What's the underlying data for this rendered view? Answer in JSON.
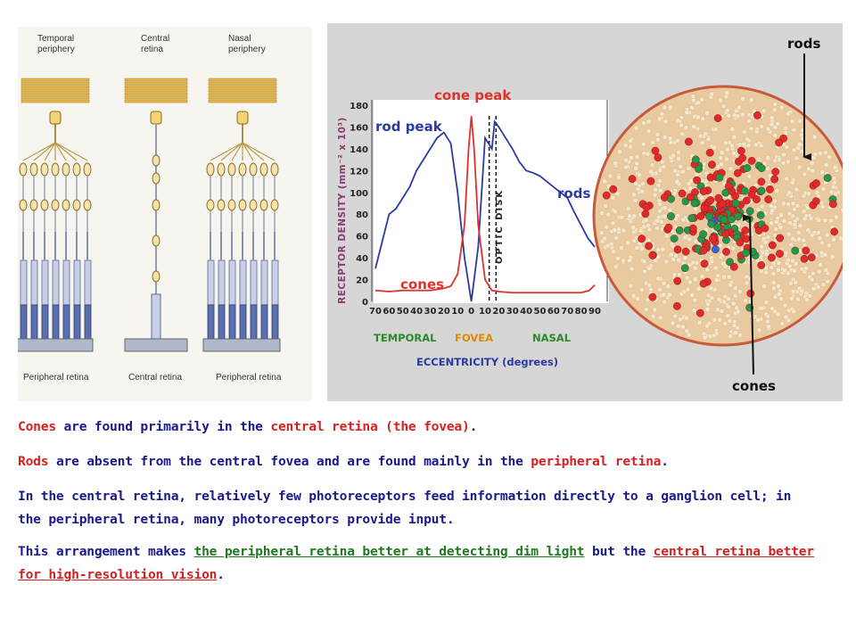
{
  "retina_diagram": {
    "col_labels": [
      "Temporal\nperiphery",
      "Central\nretina",
      "Nasal\nperiphery"
    ],
    "foot_labels": [
      "Peripheral retina",
      "Central retina",
      "Peripheral retina"
    ]
  },
  "chart": {
    "ylabel": "RECEPTOR DENSITY (mm⁻² x 10³)",
    "xlabel": "ECCENTRICITY (degrees)",
    "region_temporal": "TEMPORAL",
    "region_fovea": "FOVEA",
    "region_nasal": "NASAL",
    "optic_disk": "OPTIC DISK",
    "ann_cone_peak": "cone peak",
    "ann_rod_peak": "rod peak",
    "ann_rods": "rods",
    "ann_cones": "cones",
    "colors": {
      "rods": "#2b3aa0",
      "cones": "#e0302a",
      "fovea": "#e08a00",
      "regions": "#2a8a2a"
    }
  },
  "chart_data": {
    "type": "line",
    "x_tick_labels": [
      "70",
      "60",
      "50",
      "40",
      "30",
      "20",
      "10",
      "0",
      "10",
      "20",
      "30",
      "40",
      "50",
      "60",
      "70",
      "80",
      "90"
    ],
    "y_ticks": [
      0,
      20,
      40,
      60,
      80,
      100,
      120,
      140,
      160,
      180
    ],
    "ylim": [
      0,
      180
    ],
    "series": [
      {
        "name": "rods",
        "x": [
          -70,
          -65,
          -60,
          -55,
          -50,
          -45,
          -40,
          -35,
          -30,
          -25,
          -20,
          -15,
          -10,
          -5,
          0,
          5,
          10,
          15,
          17,
          20,
          25,
          30,
          35,
          40,
          45,
          50,
          55,
          60,
          65,
          70,
          75,
          80,
          85,
          90
        ],
        "values": [
          30,
          55,
          80,
          85,
          95,
          105,
          120,
          130,
          140,
          150,
          155,
          145,
          100,
          40,
          0,
          50,
          150,
          140,
          165,
          160,
          150,
          140,
          128,
          120,
          118,
          115,
          110,
          105,
          100,
          95,
          82,
          70,
          58,
          50
        ]
      },
      {
        "name": "cones",
        "x": [
          -70,
          -60,
          -50,
          -40,
          -30,
          -20,
          -15,
          -10,
          -5,
          -2,
          0,
          2,
          5,
          10,
          15,
          20,
          30,
          40,
          50,
          60,
          70,
          80,
          86,
          90
        ],
        "values": [
          10,
          9,
          10,
          10,
          10,
          12,
          14,
          25,
          70,
          140,
          170,
          140,
          70,
          20,
          10,
          9,
          8,
          8,
          8,
          8,
          8,
          8,
          10,
          15
        ]
      }
    ],
    "optic_disk_range": [
      13,
      18
    ]
  },
  "mosaic": {
    "label_rods": "rods",
    "label_cones": "cones"
  },
  "text": {
    "p1_a": "Cones",
    "p1_b": " are found primarily in the ",
    "p1_c": "central retina (the fovea)",
    "p1_d": ".",
    "p2_a": "Rods",
    "p2_b": " are absent from the central fovea and are found mainly in the ",
    "p2_c": "peripheral retina",
    "p2_d": ".",
    "p3": "In the central retina, relatively few photoreceptors feed information directly to a ganglion cell; in the peripheral retina, many photoreceptors provide input.",
    "p4_a": "This arrangement makes ",
    "p4_b": "the peripheral retina better at detecting dim light",
    "p4_c": " but the ",
    "p4_d": "central retina better for high-resolution vision",
    "p4_e": "."
  }
}
